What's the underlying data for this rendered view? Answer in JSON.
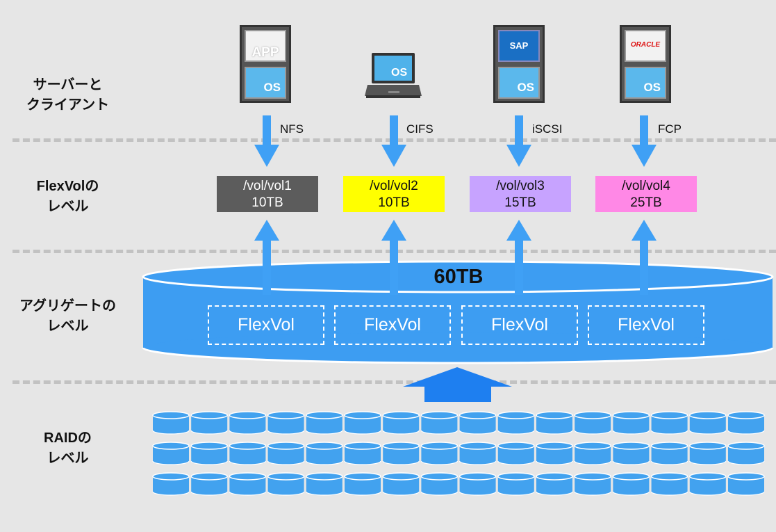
{
  "levels": [
    {
      "line1": "サーバーと",
      "line2": "クライアント"
    },
    {
      "line1": "FlexVolの",
      "line2": "レベル"
    },
    {
      "line1": "アグリゲートの",
      "line2": "レベル"
    },
    {
      "line1": "RAIDの",
      "line2": "レベル"
    }
  ],
  "clients": [
    {
      "top_label": "APP",
      "os_label": "OS",
      "protocol": "NFS"
    },
    {
      "os_label": "OS",
      "protocol": "CIFS"
    },
    {
      "top_label": "SAP",
      "os_label": "OS",
      "protocol": "iSCSI"
    },
    {
      "top_label": "ORACLE",
      "os_label": "OS",
      "protocol": "FCP"
    }
  ],
  "volumes": [
    {
      "path": "/vol/vol1",
      "size": "10TB",
      "color": "#5c5c5c",
      "text_color": "#ffffff"
    },
    {
      "path": "/vol/vol2",
      "size": "10TB",
      "color": "#ffff00",
      "text_color": "#111111"
    },
    {
      "path": "/vol/vol3",
      "size": "15TB",
      "color": "#c7a3ff",
      "text_color": "#111111"
    },
    {
      "path": "/vol/vol4",
      "size": "25TB",
      "color": "#ff88e6",
      "text_color": "#111111"
    }
  ],
  "aggregate": {
    "capacity": "60TB",
    "flexvols": [
      "FlexVol",
      "FlexVol",
      "FlexVol",
      "FlexVol"
    ],
    "color": "#3d9df2"
  },
  "raid": {
    "rows": 3,
    "columns": 16,
    "disk_color": "#42a2ef"
  }
}
